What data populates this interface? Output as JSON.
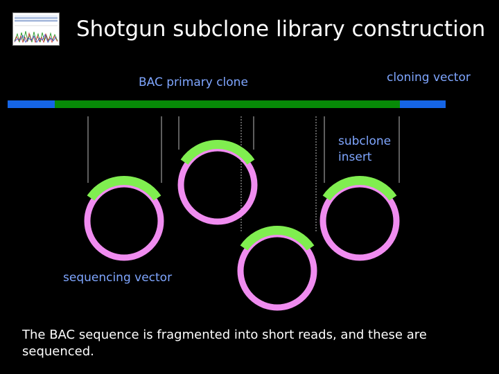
{
  "title": "Shotgun subclone library construction",
  "labels": {
    "bac_primary_clone": "BAC primary clone",
    "cloning_vector": "cloning vector",
    "subclone_insert_line1": "subclone",
    "subclone_insert_line2": "insert",
    "sequencing_vector": "sequencing vector"
  },
  "caption": "The BAC sequence is fragmented into short reads, and these are sequenced.",
  "colors": {
    "bac_insert": "#078a07",
    "cloning_vector": "#1565e6",
    "plasmid_backbone": "#f08cf0",
    "plasmid_insert": "#80ee50",
    "label_blue": "#7fa6ff",
    "guide_line": "#bbbbbb"
  },
  "icons": {
    "thumbnail": "sequence-trace-thumbnail-icon"
  }
}
